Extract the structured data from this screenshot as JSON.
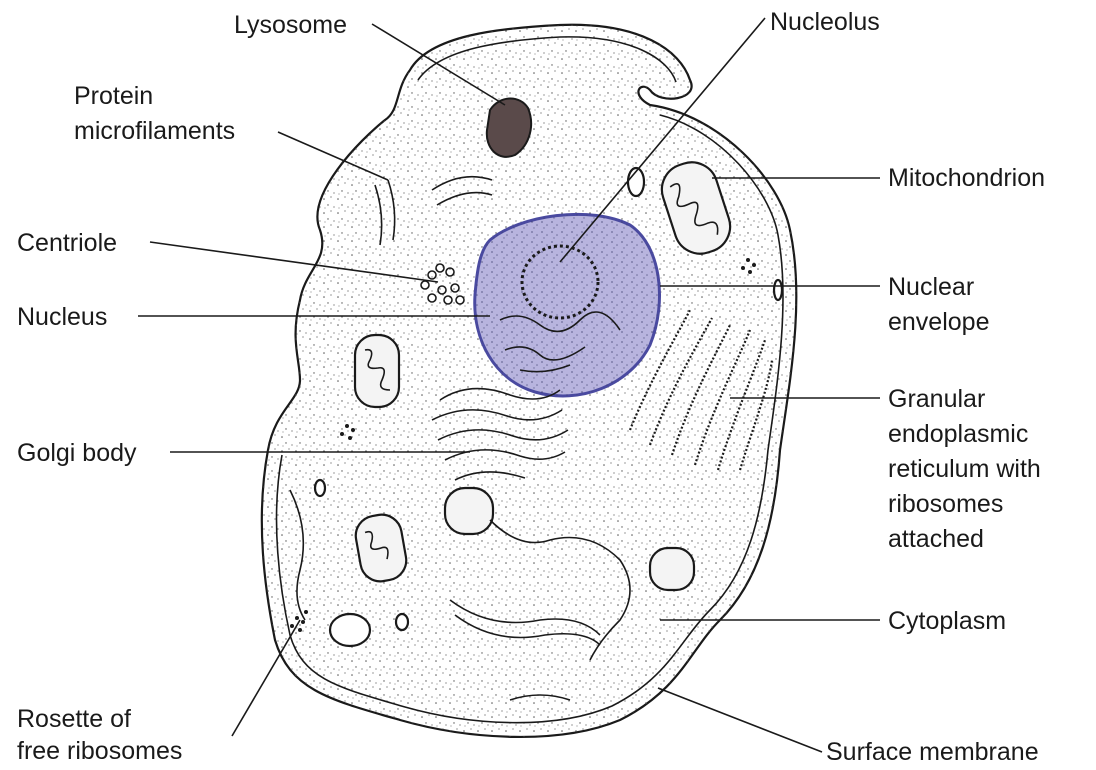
{
  "colors": {
    "ink": "#1a1a1a",
    "nucleus_fill": "#b8b4de",
    "nucleus_edge": "#4a4aa0",
    "cell_fill": "#f4f4f4",
    "lysosome_fill": "#5a4a4a"
  },
  "labels": {
    "lysosome": "Lysosome",
    "protein_1": "Protein",
    "protein_2": "microfilaments",
    "centriole": "Centriole",
    "nucleus": "Nucleus",
    "golgi": "Golgi body",
    "rosette_1": "Rosette of",
    "rosette_2": "free ribosomes",
    "nucleolus": "Nucleolus",
    "mitochondrion": "Mitochondrion",
    "nuclear_1": "Nuclear",
    "nuclear_2": "envelope",
    "granular_1": "Granular",
    "granular_2": "endoplasmic",
    "granular_3": "reticulum with",
    "granular_4": "ribosomes",
    "granular_5": "attached",
    "cytoplasm": "Cytoplasm",
    "surface_membrane": "Surface membrane"
  }
}
